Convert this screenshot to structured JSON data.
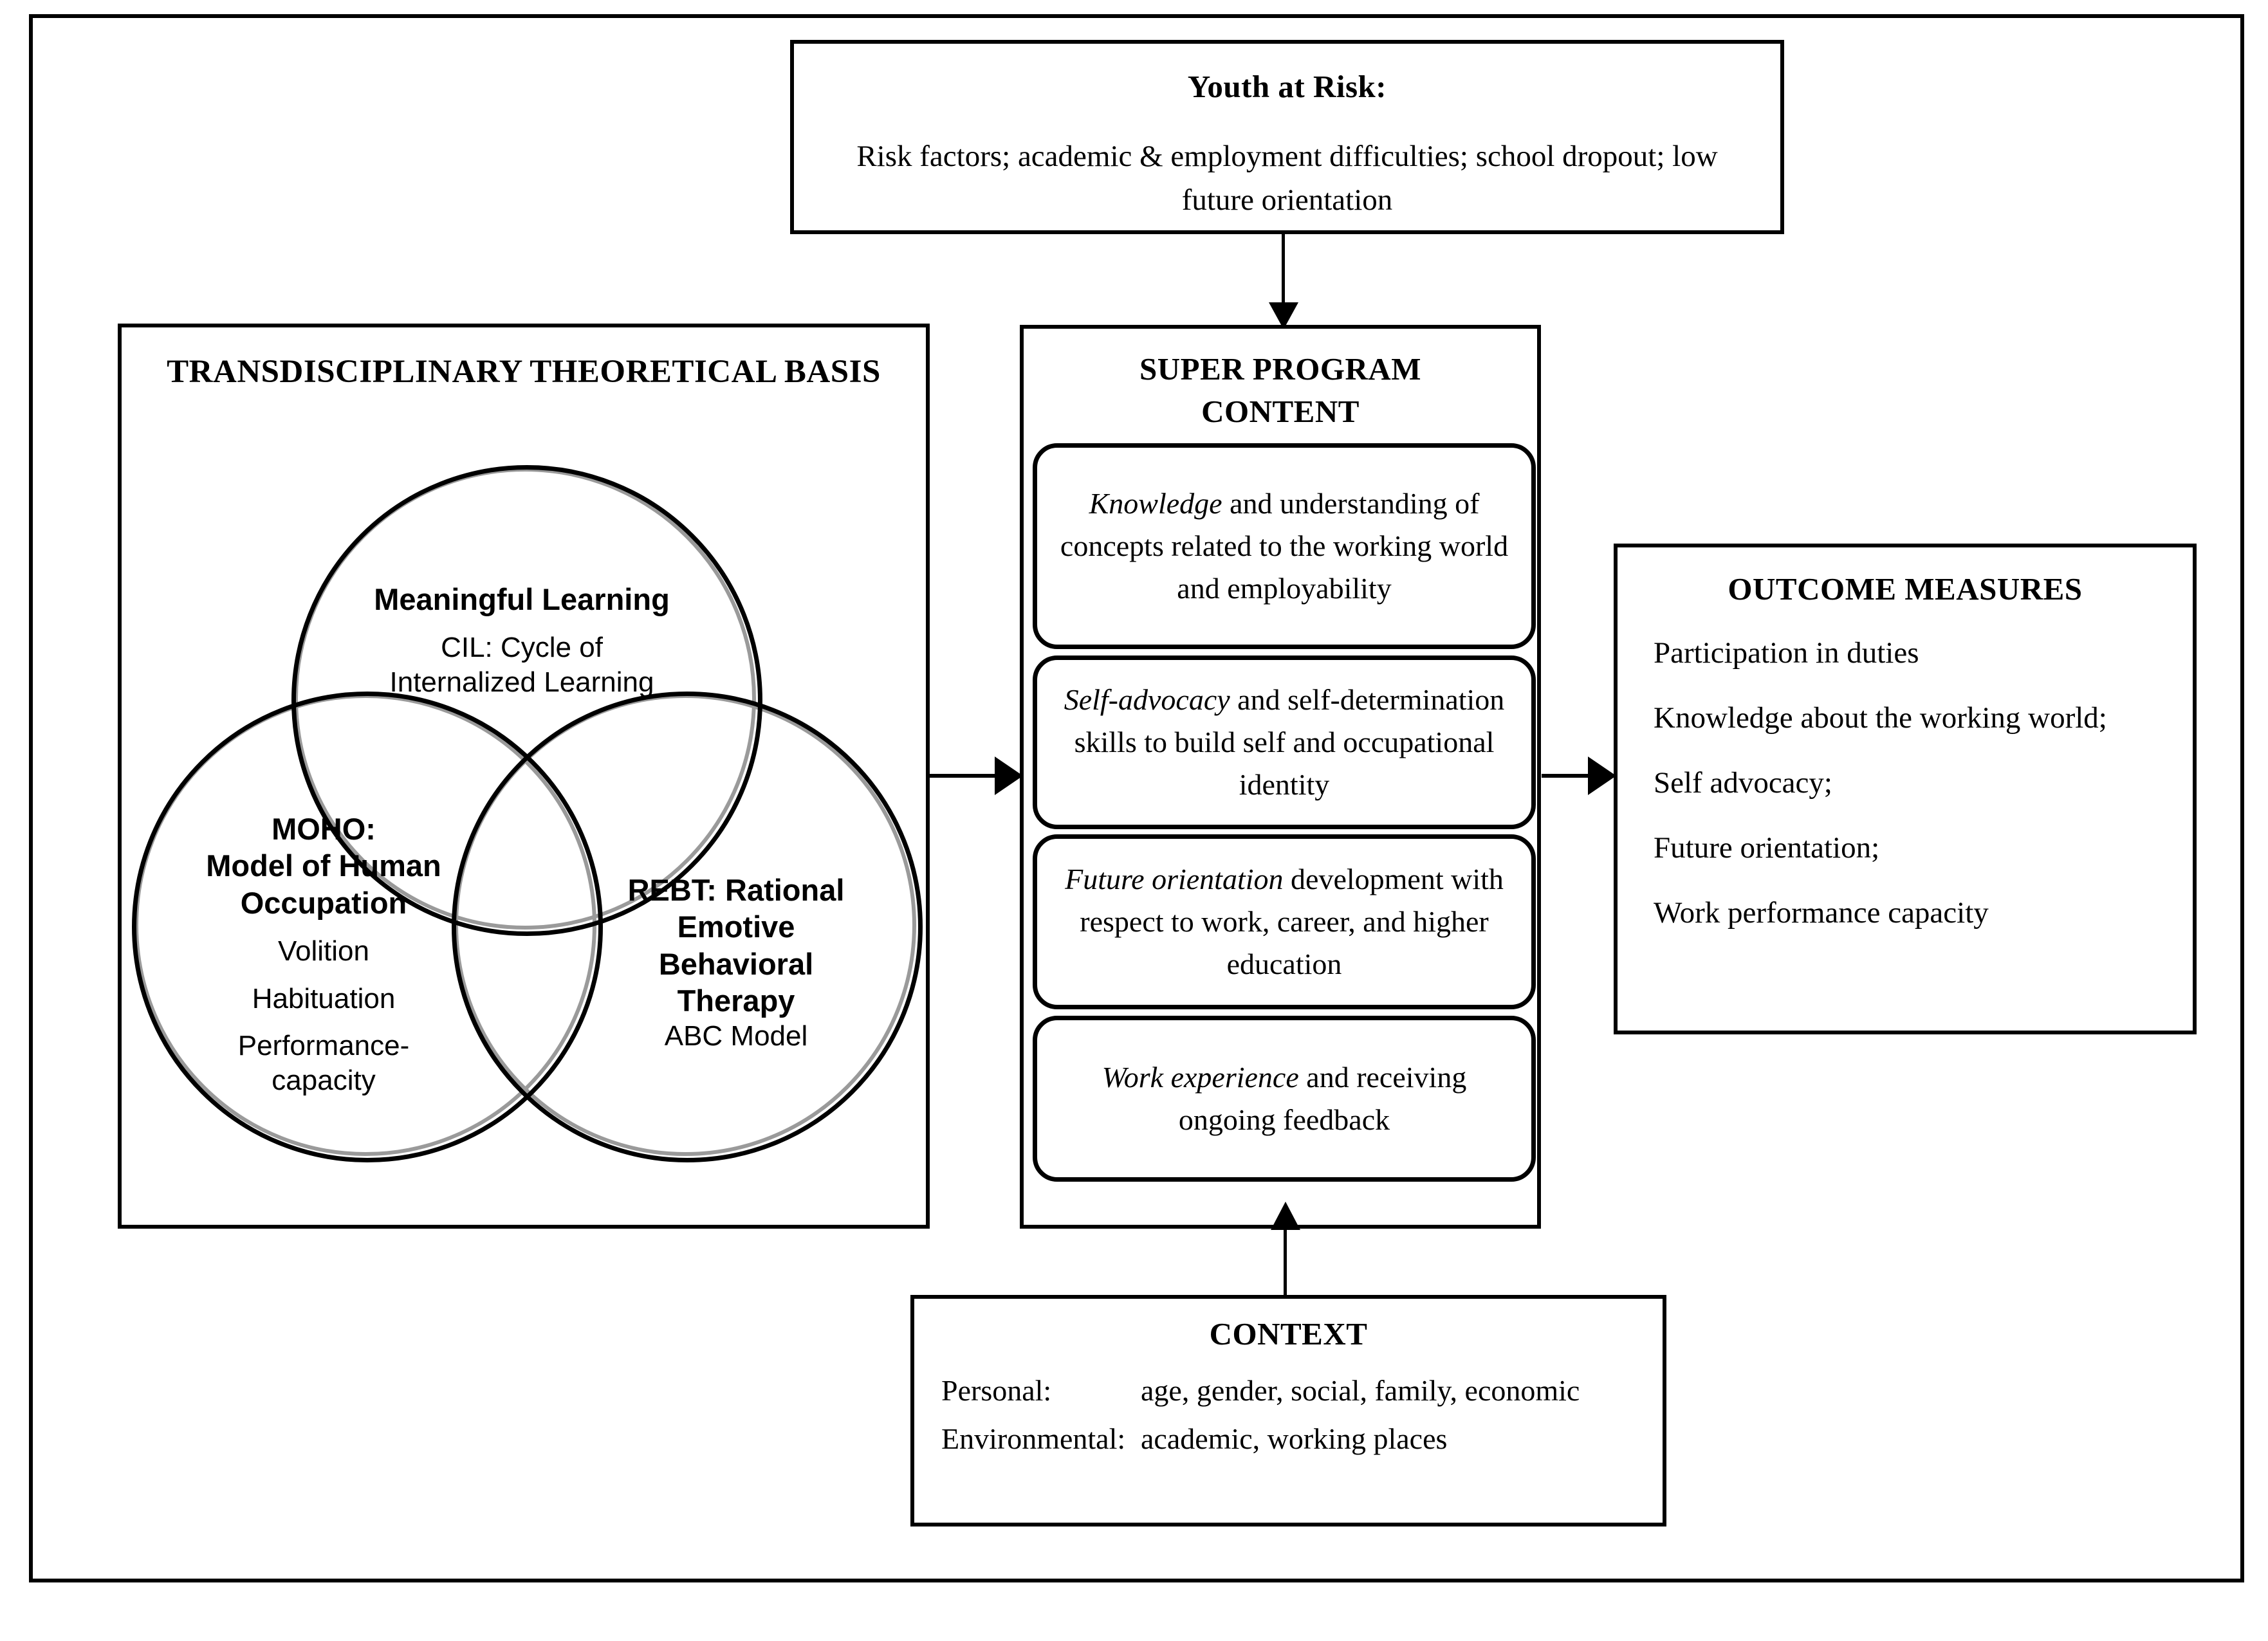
{
  "youth": {
    "title": "Youth at Risk:",
    "body": "Risk factors; academic & employment difficulties; school dropout; low future orientation"
  },
  "theory": {
    "title": "TRANSDISCIPLINARY THEORETICAL BASIS",
    "venn": {
      "top": {
        "heading": "Meaningful Learning",
        "line1": "CIL: Cycle of",
        "line2": "Internalized Learning"
      },
      "left": {
        "heading1": "MOHO:",
        "heading2": "Model of Human",
        "heading3": "Occupation",
        "item1": "Volition",
        "item2": "Habituation",
        "item3": "Performance-",
        "item4": "capacity"
      },
      "right": {
        "heading1": "REBT: Rational",
        "heading2": "Emotive",
        "heading3": "Behavioral",
        "heading4": "Therapy",
        "item1": "ABC Model"
      }
    }
  },
  "super": {
    "title_line1": "SUPER PROGRAM",
    "title_line2": "CONTENT",
    "items": [
      {
        "emph": "Knowledge",
        "rest": " and understanding of concepts related to the working world and employability"
      },
      {
        "emph": "Self-advocacy",
        "rest": " and self-determination skills to build self and occupational identity"
      },
      {
        "emph": "Future orientation",
        "rest": " development with respect to work, career, and higher education"
      },
      {
        "emph": "Work experience",
        "rest": " and receiving ongoing feedback"
      }
    ]
  },
  "outcome": {
    "title": "OUTCOME MEASURES",
    "items": [
      "Participation in duties",
      "Knowledge about the working world;",
      "Self advocacy;",
      "Future orientation;",
      "Work performance capacity"
    ]
  },
  "context": {
    "title": "CONTEXT",
    "rows": [
      {
        "label": "Personal:",
        "value": "age, gender, social, family, economic"
      },
      {
        "label": "Environmental:",
        "value": "academic, working places"
      }
    ]
  },
  "colors": {
    "ink": "#000000",
    "paper": "#ffffff",
    "venn_overlap_line": "#9a9a9a"
  }
}
